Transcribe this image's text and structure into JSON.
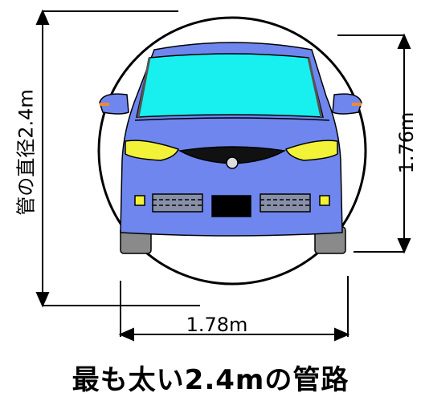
{
  "labels": {
    "pipe_diameter": "管の直径2.4m",
    "car_height": "1.76m",
    "car_width": "1.78m"
  },
  "caption": "最も太い2.4mの管路",
  "colors": {
    "car_body": "#6f86ee",
    "windshield": "#18f0f0",
    "headlight": "#f2f238",
    "tire": "#8a8a8a",
    "mirror_light": "#f08a30",
    "outline": "#000000"
  }
}
